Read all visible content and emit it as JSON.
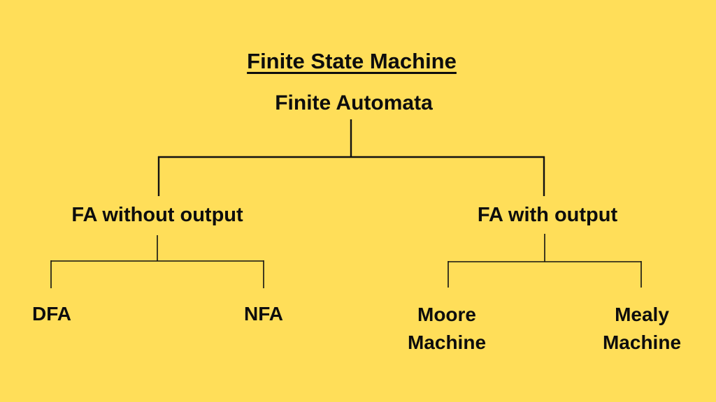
{
  "canvas": {
    "background_color": "#FFDE59",
    "text_color": "#0d0d0d",
    "line_color": "#111111"
  },
  "diagram": {
    "title": "Finite State Machine",
    "root": "Finite Automata",
    "branches": [
      {
        "label": "FA without output",
        "children": [
          "DFA",
          "NFA"
        ]
      },
      {
        "label": "FA with output",
        "children": [
          "Moore Machine",
          "Mealy Machine"
        ]
      }
    ]
  }
}
